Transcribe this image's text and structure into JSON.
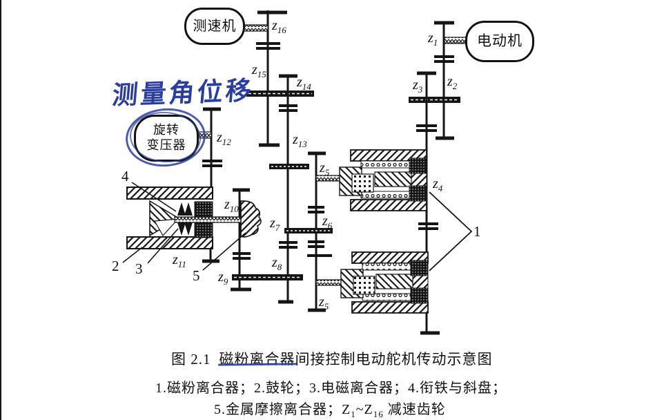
{
  "machines": {
    "tachometer": "测速机",
    "motor": "电动机",
    "resolver_line1": "旋转",
    "resolver_line2": "变压器"
  },
  "annotation": {
    "text": "测量角位移",
    "color": "#2c3e9c"
  },
  "gear_labels": {
    "z1": {
      "base": "z",
      "sub": "1"
    },
    "z2": {
      "base": "z",
      "sub": "2"
    },
    "z3": {
      "base": "z",
      "sub": "3"
    },
    "z4": {
      "base": "z",
      "sub": "4"
    },
    "z5": {
      "base": "z",
      "sub": "5"
    },
    "z5b": {
      "base": "z",
      "sub": "5"
    },
    "z6": {
      "base": "z",
      "sub": "6"
    },
    "z7": {
      "base": "z",
      "sub": "7"
    },
    "z8": {
      "base": "z",
      "sub": "8"
    },
    "z9": {
      "base": "z",
      "sub": "9"
    },
    "z10": {
      "base": "z",
      "sub": "10"
    },
    "z11": {
      "base": "z",
      "sub": "11"
    },
    "z12": {
      "base": "z",
      "sub": "12"
    },
    "z13": {
      "base": "z",
      "sub": "13"
    },
    "z14": {
      "base": "z",
      "sub": "14"
    },
    "z15": {
      "base": "z",
      "sub": "15"
    },
    "z16": {
      "base": "z",
      "sub": "16"
    }
  },
  "part_labels": {
    "p1": "1",
    "p2": "2",
    "p3": "3",
    "p4": "4",
    "p5": "5"
  },
  "caption": {
    "fig_label": "图 2.1",
    "title_struck": "磁粉离合器",
    "title_rest": "间接控制电动舵机传动示意图",
    "legend_line1": "1.磁粉离合器；2.鼓轮；3.电磁离合器；4.衔铁与斜盘；",
    "legend_line2_prefix": "5.金属摩擦离合器；",
    "legend_z_from_base": "Z",
    "legend_z_from_sub": "1",
    "legend_z_tilde": "~",
    "legend_z_to_base": "Z",
    "legend_z_to_sub": "16",
    "legend_line2_suffix": " 减速齿轮"
  },
  "colors": {
    "ink": "#151515",
    "hand_blue": "#2c3e9c",
    "paper": "#ffffff"
  }
}
